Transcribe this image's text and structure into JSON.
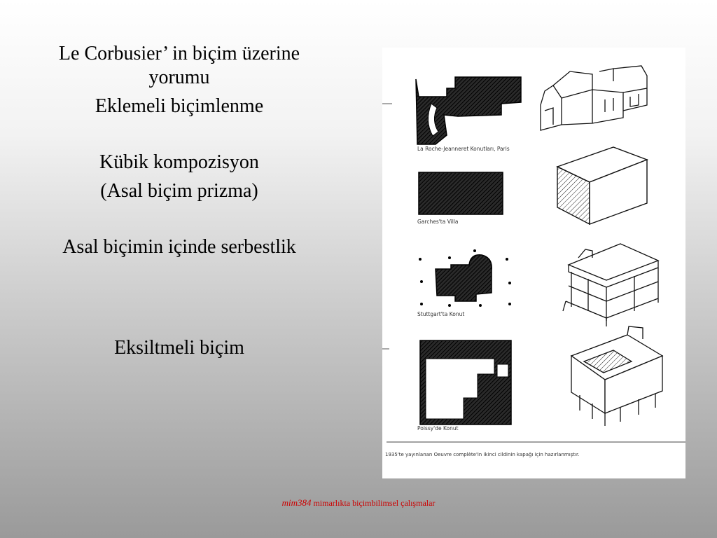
{
  "text": {
    "line1": "Le Corbusier’ in biçim üzerine",
    "line2": "yorumu",
    "line3": "Eklemeli biçimlenme",
    "line4": "Kübik kompozisyon",
    "line5": "(Asal biçim prizma)",
    "line6": "Asal biçimin içinde serbestlik",
    "line7": "Eksiltmeli biçim"
  },
  "sketches": {
    "caption1": "La Roche-Jeanneret Konutları, Paris",
    "caption2": "Garches'ta Villa",
    "caption3": "Stuttgart'ta Konut",
    "caption4": "Poissy'de Konut",
    "source_note": "1935'te yayınlanan Oeuvre complète'in ikinci cildinin kapağı için hazırlanmıştır."
  },
  "footer": {
    "course": "mim384",
    "subtitle": "mimarlıkta biçimbilimsel çalışmalar"
  },
  "colors": {
    "footer_text": "#cc0000",
    "sketch_ink": "#1a1a1a"
  }
}
